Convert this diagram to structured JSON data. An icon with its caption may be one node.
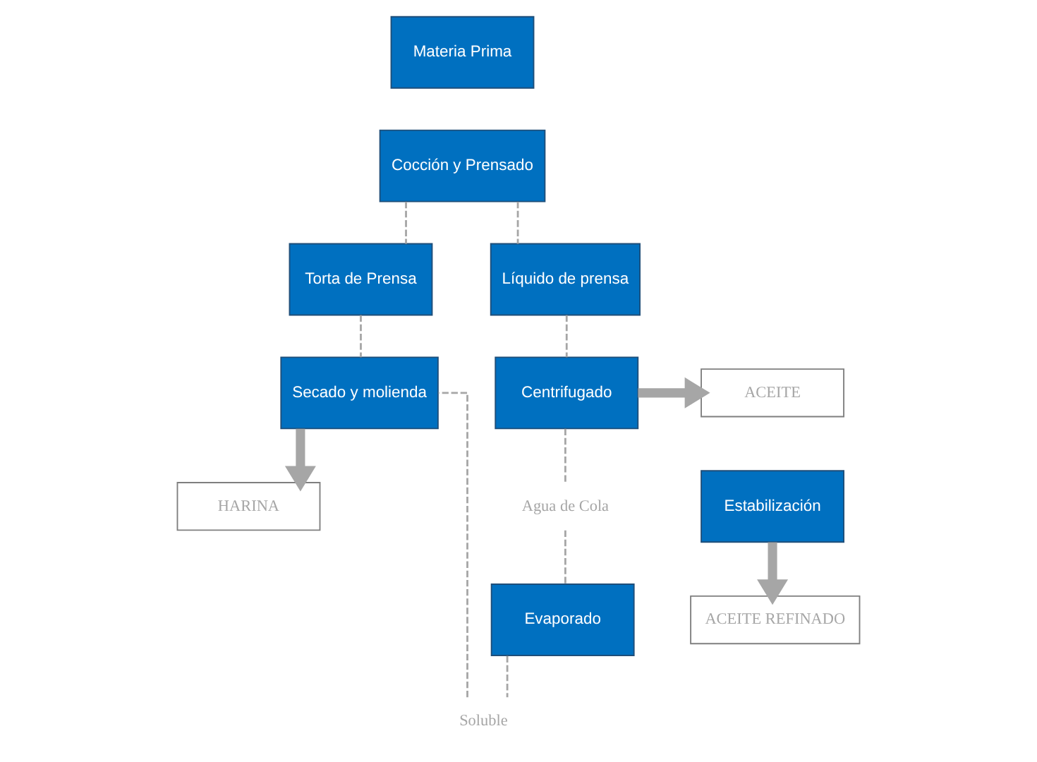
{
  "diagram": {
    "nodes": [
      {
        "text": [
          "Materia Prima"
        ]
      },
      {
        "text": [
          "Cocción y Prensado"
        ]
      },
      {
        "text": [
          "Torta de Prensa"
        ]
      },
      {
        "text": [
          "Líquido de prensa"
        ]
      },
      {
        "text": [
          "Secado y molienda"
        ]
      },
      {
        "text": [
          "Centrifugado"
        ]
      },
      {
        "text": [
          "HARINA"
        ]
      },
      {
        "text": [
          "ACEITE"
        ]
      },
      {
        "text": [
          "Agua de Cola"
        ]
      },
      {
        "text": [
          "Estabilización"
        ]
      },
      {
        "text": [
          "Evaporado"
        ]
      },
      {
        "text": [
          "Soluble"
        ]
      },
      {
        "text": [
          "ACEITE REFINADO"
        ]
      }
    ],
    "edges": [
      {
        "from": 1,
        "to": 2,
        "arrow": "none",
        "style": "dashed"
      },
      {
        "from": 1,
        "to": 3,
        "arrow": "none",
        "style": "dashed"
      },
      {
        "from": 2,
        "to": 4,
        "arrow": "none",
        "style": "dashed"
      },
      {
        "from": 3,
        "to": 5,
        "arrow": "none",
        "style": "dashed"
      },
      {
        "from": 4,
        "to": 6,
        "arrow": "to",
        "style": "thick"
      },
      {
        "from": 5,
        "to": 7,
        "arrow": "to",
        "style": "thick"
      },
      {
        "from": 5,
        "to": 8,
        "arrow": "none",
        "style": "dashed"
      },
      {
        "from": 8,
        "to": 10,
        "arrow": "none",
        "style": "dashed"
      },
      {
        "from": 9,
        "to": 12,
        "arrow": "to",
        "style": "thick"
      },
      {
        "from": 10,
        "to": 11,
        "arrow": "none",
        "style": "dashed"
      },
      {
        "from": 11,
        "to": 4,
        "arrow": "none",
        "style": "dashed"
      }
    ]
  }
}
